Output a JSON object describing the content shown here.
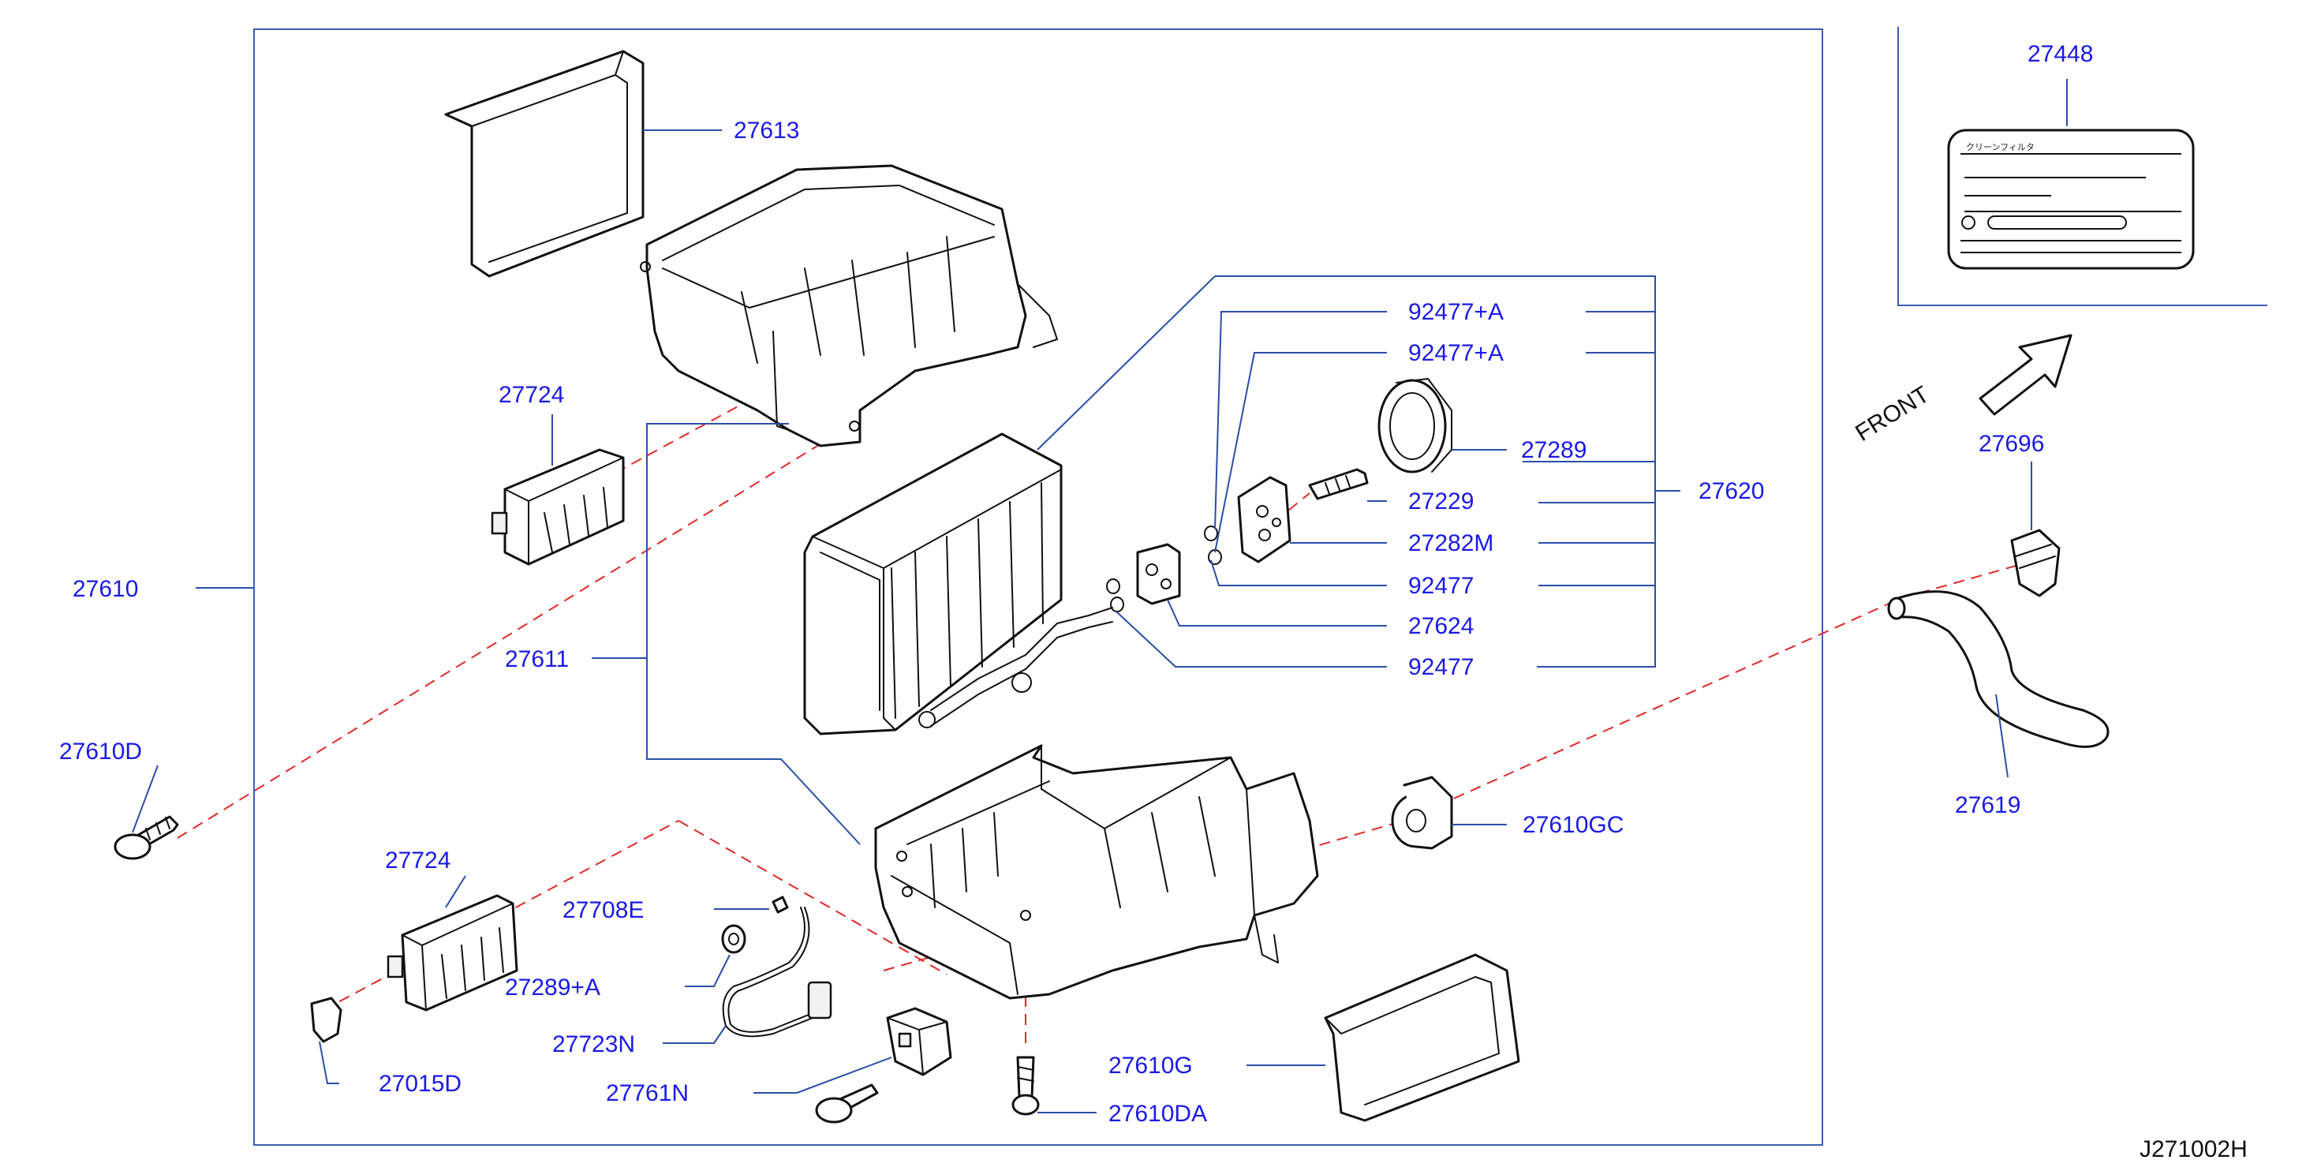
{
  "diagram_id": "J271002H",
  "front_label": "FRONT",
  "filter_label_text": "クリーンフィルタ",
  "callouts": {
    "c27613": "27613",
    "c27724a": "27724",
    "c27724b": "27724",
    "c27610": "27610",
    "c27611": "27611",
    "c27610D": "27610D",
    "c27708E": "27708E",
    "c27289A": "27289+A",
    "c27723N": "27723N",
    "c27015D": "27015D",
    "c27761N": "27761N",
    "c27610G": "27610G",
    "c27610DA": "27610DA",
    "c27610GC": "27610GC",
    "c92477A1": "92477+A",
    "c92477A2": "92477+A",
    "c27289": "27289",
    "c27229": "27229",
    "c27282M": "27282M",
    "c92477b": "92477",
    "c27624": "27624",
    "c92477c": "92477",
    "c27620": "27620",
    "c27448": "27448",
    "c27696": "27696",
    "c27619": "27619"
  },
  "colors": {
    "callout_text": "#1a1ae6",
    "leader_line": "#2a4fa8",
    "dashed_guide": "#e02a2a",
    "part_outline": "#111111"
  }
}
